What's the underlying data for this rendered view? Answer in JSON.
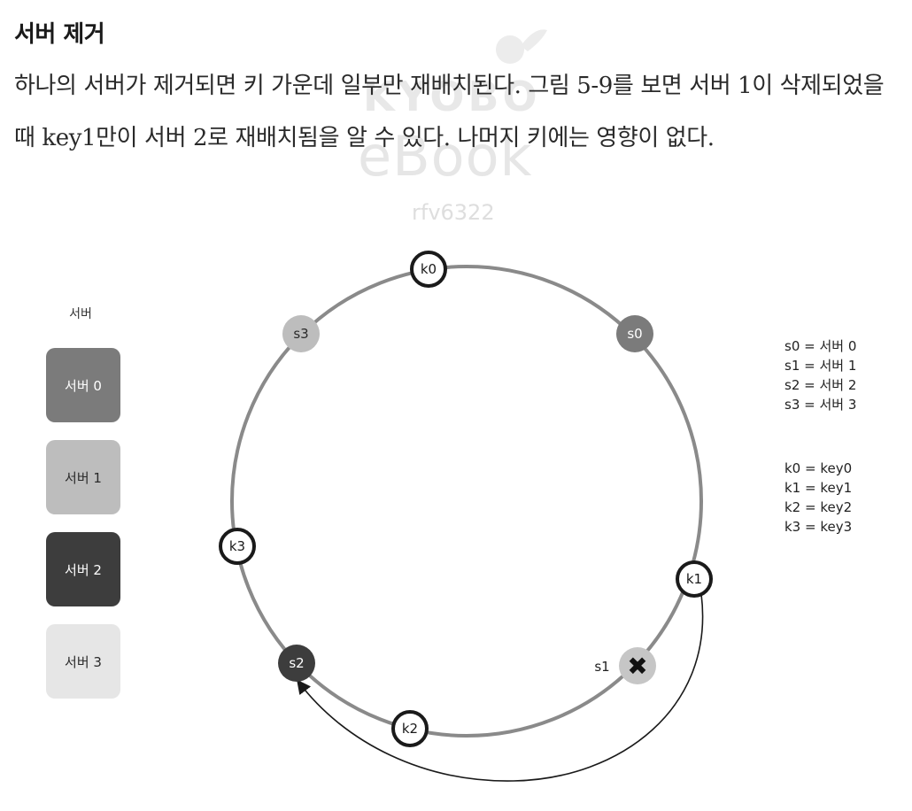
{
  "heading": "서버 제거",
  "paragraph": "하나의 서버가 제거되면 키 가운데 일부만 재배치된다. 그림 5-9를 보면 서버 1이 삭제되었을 때 key1만이 서버 2로 재배치됨을 알 수 있다. 나머지 키에는 영향이 없다.",
  "watermark": {
    "logo": "KYOBO",
    "ebook": "eBook",
    "id": "rfv6322"
  },
  "legend": {
    "title": "서버",
    "boxes": [
      {
        "label": "서버 0",
        "color": "#7b7b7b",
        "text_color": "#ffffff"
      },
      {
        "label": "서버 1",
        "color": "#bdbdbd",
        "text_color": "#2a2a2a"
      },
      {
        "label": "서버 2",
        "color": "#3d3d3d",
        "text_color": "#ffffff"
      },
      {
        "label": "서버 3",
        "color": "#e6e6e6",
        "text_color": "#2a2a2a"
      }
    ]
  },
  "ring": {
    "nodes": [
      {
        "label": "k0",
        "kind": "key"
      },
      {
        "label": "s3",
        "kind": "server",
        "color": "#bdbdbd"
      },
      {
        "label": "s0",
        "kind": "server",
        "color": "#7b7b7b"
      },
      {
        "label": "k3",
        "kind": "key"
      },
      {
        "label": "k1",
        "kind": "key"
      },
      {
        "label": "s2",
        "kind": "server",
        "color": "#3d3d3d"
      },
      {
        "label": "k2",
        "kind": "key"
      },
      {
        "label": "s1",
        "kind": "server-removed",
        "color": "#c6c6c6"
      }
    ],
    "removed_marker": "✖"
  },
  "server_map": [
    "s0 = 서버 0",
    "s1 = 서버 1",
    "s2 = 서버 2",
    "s3 = 서버 3"
  ],
  "key_map": [
    "k0 = key0",
    "k1 = key1",
    "k2 = key2",
    "k3 = key3"
  ]
}
